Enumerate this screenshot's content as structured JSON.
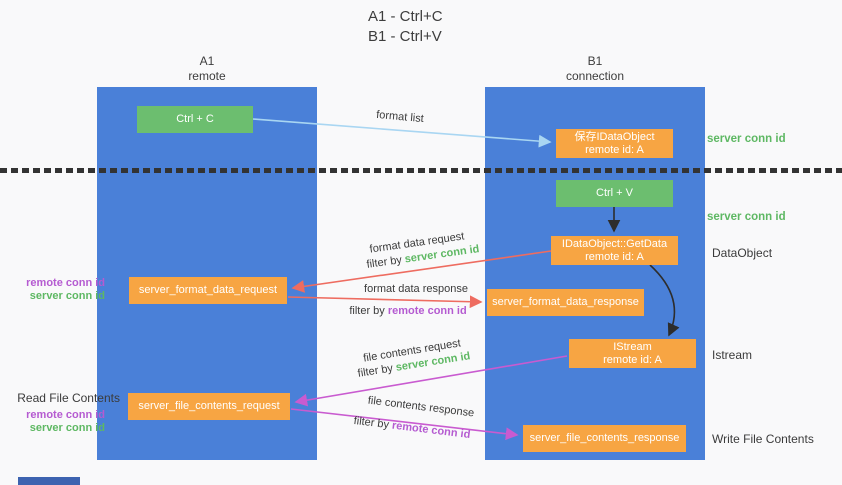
{
  "title": {
    "line1": "A1 - Ctrl+C",
    "line2": "B1 - Ctrl+V"
  },
  "columns": {
    "a1": {
      "name": "A1",
      "subtitle": "remote"
    },
    "b1": {
      "name": "B1",
      "subtitle": "connection"
    }
  },
  "nodes": {
    "ctrl_c": {
      "label": "Ctrl + C"
    },
    "save_dataobject": {
      "line1": "保存IDataObject",
      "line2": "remote id: A"
    },
    "ctrl_v": {
      "label": "Ctrl + V"
    },
    "getdata": {
      "line1": "IDataObject::GetData",
      "line2": "remote id: A"
    },
    "format_request": {
      "label": "server_format_data_request"
    },
    "format_response": {
      "label": "server_format_data_response"
    },
    "istream": {
      "line1": "IStream",
      "line2": "remote id: A"
    },
    "file_request": {
      "label": "server_file_contents_request"
    },
    "file_response": {
      "label": "server_file_contents_response"
    }
  },
  "side_labels": {
    "server_conn_id_top": "server conn id",
    "server_conn_id_mid": "server conn id",
    "dataobject": "DataObject",
    "istream": "Istream",
    "write_file_contents": "Write File Contents",
    "read_file_contents": "Read File Contents",
    "group1": {
      "remote": "remote conn id",
      "server": "server conn id"
    },
    "group2": {
      "remote": "remote conn id",
      "server": "server conn id"
    }
  },
  "arrows": {
    "format_list": {
      "label": "format list"
    },
    "format_data_request": {
      "label": "format data request",
      "filter_prefix": "filter by ",
      "filter_key": "server conn id"
    },
    "format_data_response": {
      "label": "format data response",
      "filter_prefix": "filter by ",
      "filter_key": "remote conn id"
    },
    "file_contents_request": {
      "label": "file contents request",
      "filter_prefix": "filter by ",
      "filter_key": "server conn id"
    },
    "file_contents_response": {
      "label": "file contents response",
      "filter_prefix": "filter by ",
      "filter_key": "remote conn id"
    }
  },
  "colors": {
    "column_blue": "#4a80d8",
    "box_green": "#6cbe6f",
    "box_orange": "#f7a543",
    "text_green": "#5eb863",
    "text_purple": "#b55bd1",
    "arrow_red": "#ee6c60",
    "arrow_magenta": "#c95bd0",
    "arrow_lightblue": "#a9d6f2",
    "arrow_black": "#2d2d2d"
  }
}
